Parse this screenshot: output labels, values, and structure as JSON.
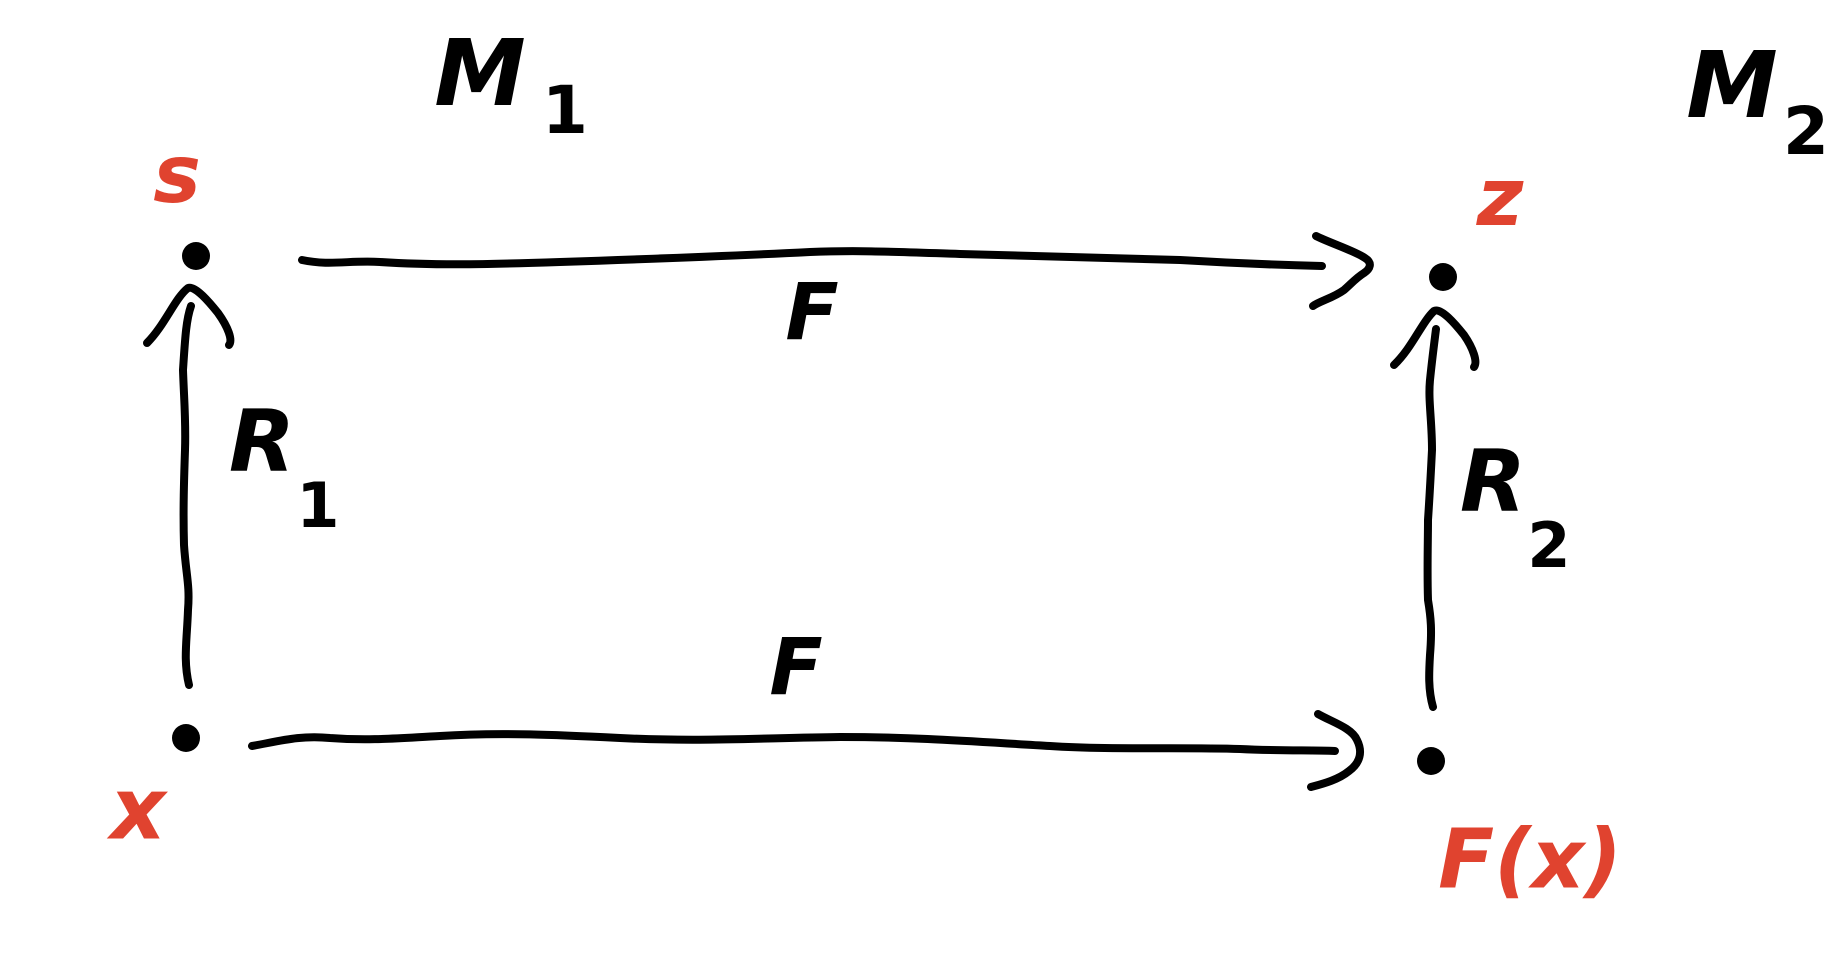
{
  "colors": {
    "ink": "#000000",
    "accent": "#e0432f",
    "background": "#ffffff"
  },
  "models": {
    "m1": {
      "name": "M",
      "index": "1"
    },
    "m2": {
      "name": "M",
      "index": "2"
    }
  },
  "points": {
    "x": "x",
    "s": "s",
    "z": "z",
    "fx": "F(x)"
  },
  "relations": {
    "r1": {
      "name": "R",
      "index": "1"
    },
    "r2": {
      "name": "R",
      "index": "2"
    }
  },
  "maps": {
    "top": "F",
    "bottom": "F"
  }
}
